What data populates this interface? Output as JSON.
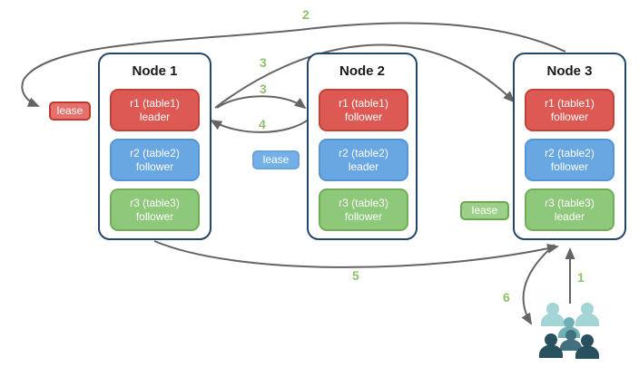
{
  "colors": {
    "red-fill": "#dd5a54",
    "red-border": "#c2423c",
    "blue-fill": "#69a7e3",
    "blue-border": "#5794d2",
    "green-fill": "#8ec87a",
    "green-border": "#6fae57",
    "lease-red-fill": "#e4716c",
    "lease-red-border": "#c0392f",
    "lease-blue-fill": "#74b0e8",
    "lease-blue-border": "#6aa4dd",
    "lease-green-fill": "#9ccf88",
    "lease-green-border": "#69a950",
    "node-border": "#24456a",
    "title-text": "#1a1a1a",
    "arrow": "#646464",
    "step-number": "#8fc06e",
    "people-light": "#a3d4d6",
    "people-mid": "#6fb0b4",
    "people-slate": "#42707f",
    "people-dark": "#29505f"
  },
  "nodes": [
    {
      "title": "Node 1",
      "replicas": [
        {
          "name": "r1 (table1)",
          "role": "leader"
        },
        {
          "name": "r2 (table2)",
          "role": "follower"
        },
        {
          "name": "r3 (table3)",
          "role": "follower"
        }
      ]
    },
    {
      "title": "Node 2",
      "replicas": [
        {
          "name": "r1 (table1)",
          "role": "follower"
        },
        {
          "name": "r2 (table2)",
          "role": "leader"
        },
        {
          "name": "r3 (table3)",
          "role": "follower"
        }
      ]
    },
    {
      "title": "Node 3",
      "replicas": [
        {
          "name": "r1 (table1)",
          "role": "follower"
        },
        {
          "name": "r2 (table2)",
          "role": "follower"
        },
        {
          "name": "r3 (table3)",
          "role": "leader"
        }
      ]
    }
  ],
  "leases": [
    {
      "label": "lease",
      "color": "red"
    },
    {
      "label": "lease",
      "color": "blue"
    },
    {
      "label": "lease",
      "color": "green"
    }
  ],
  "steps": [
    "2",
    "3",
    "3",
    "4",
    "5",
    "6",
    "1"
  ],
  "icons": {
    "users_group": "users-group-icon: six person silhouettes (two light teal back row, one mid teal center, slate center front, two dark front)"
  }
}
